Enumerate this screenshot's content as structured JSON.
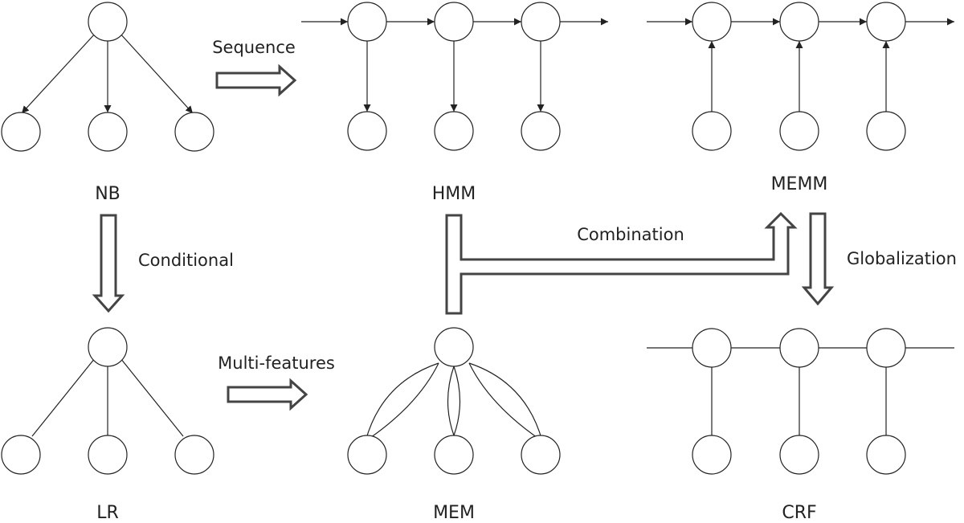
{
  "models": {
    "nb": "NB",
    "hmm": "HMM",
    "memm": "MEMM",
    "lr": "LR",
    "mem": "MEM",
    "crf": "CRF"
  },
  "transitions": {
    "sequence": "Sequence",
    "conditional": "Conditional",
    "combination": "Combination",
    "globalization": "Globalization",
    "multi_features": "Multi-features"
  },
  "colors": {
    "stroke": "#222222",
    "arrow_outline": "#444444",
    "background": "#ffffff"
  }
}
